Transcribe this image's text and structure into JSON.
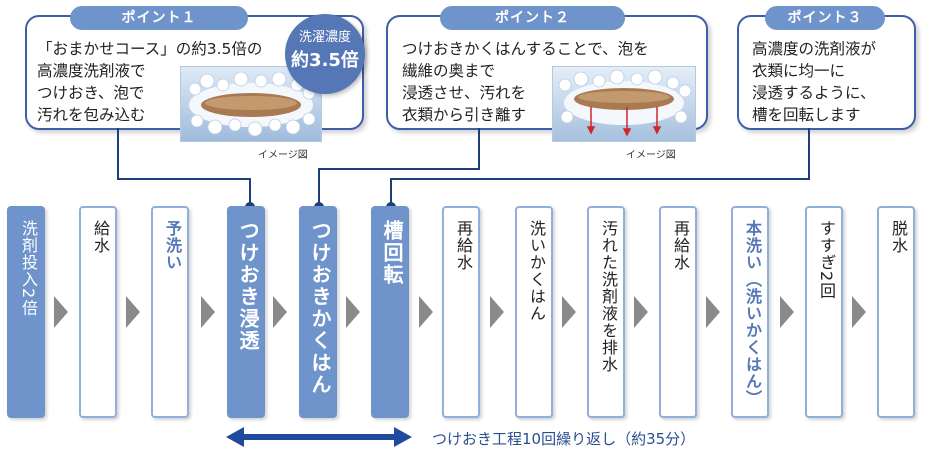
{
  "points": [
    {
      "badge": "ポイント１",
      "lines": [
        "「おまかせコース」の約3.5倍の",
        "高濃度洗剤液で",
        "つけおき、泡で",
        "汚れを包み込む"
      ],
      "concentration_label": "洗濯濃度",
      "concentration_value": "約3.5倍",
      "image_caption": "イメージ図"
    },
    {
      "badge": "ポイント２",
      "lines": [
        "つけおきかくはんすることで、泡を",
        "繊維の奥まで",
        "浸透させ、汚れを",
        "衣類から引き離す"
      ],
      "image_caption": "イメージ図"
    },
    {
      "badge": "ポイント３",
      "lines": [
        "高濃度の洗剤液が",
        "衣類に均一に",
        "浸透するように、",
        "槽を回転します"
      ]
    }
  ],
  "steps": [
    {
      "label": "洗剤投入2倍",
      "style": "blue"
    },
    {
      "label": "給水",
      "style": "plain"
    },
    {
      "label": "予洗い",
      "style": "accent"
    },
    {
      "label": "つけおき浸透",
      "style": "big"
    },
    {
      "label": "つけおきかくはん",
      "style": "big"
    },
    {
      "label": "槽回転",
      "style": "big"
    },
    {
      "label": "再給水",
      "style": "plain"
    },
    {
      "label": "洗いかくはん",
      "style": "plain"
    },
    {
      "label": "汚れた洗剤液を排水",
      "style": "plain"
    },
    {
      "label": "再給水",
      "style": "plain"
    },
    {
      "label": "本洗い（洗いかくはん）",
      "style": "accent"
    },
    {
      "label": "すすぎ2回",
      "style": "plain"
    },
    {
      "label": "脱水",
      "style": "plain"
    }
  ],
  "repeat_label": "つけおき工程10回繰り返し（約35分）",
  "colors": {
    "accent": "#6f94cc",
    "dark": "#1f3f7a",
    "border": "#3d5fa8",
    "outline": "#8fb0da"
  }
}
